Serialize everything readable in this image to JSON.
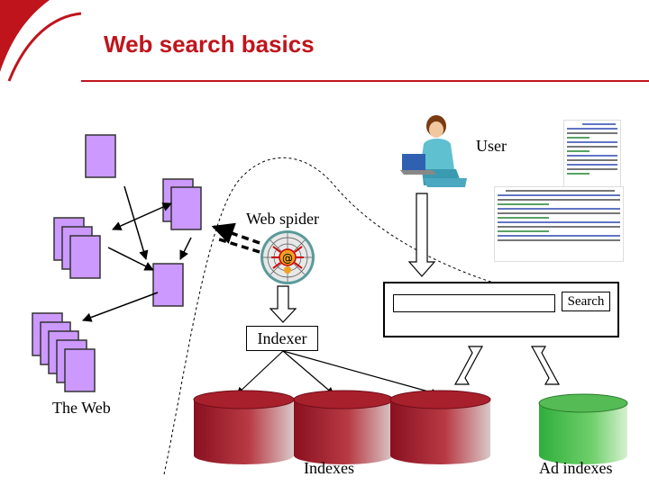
{
  "title": "Web search basics",
  "labels": {
    "user": "User",
    "web_spider": "Web spider",
    "indexer": "Indexer",
    "the_web": "The Web",
    "indexes": "Indexes",
    "ad_indexes": "Ad indexes"
  },
  "search": {
    "button_label": "Search"
  },
  "colors": {
    "title": "#c0141c",
    "header_arc": "#c0141c",
    "web_page": "#cc99ff",
    "index_db": "#a8202c",
    "ad_index_db": "#55bb55"
  },
  "icons": {
    "spider": "spider-web-icon",
    "user": "user-at-laptop-icon"
  }
}
